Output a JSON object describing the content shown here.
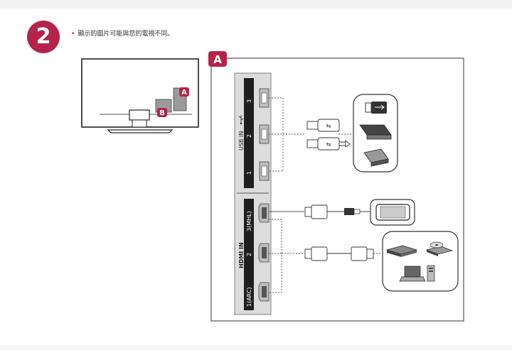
{
  "step": {
    "number": "2"
  },
  "note": {
    "bullet": "•",
    "text": "顯示的圖片可能與您的電視不同。"
  },
  "tv": {
    "callout_a": "A",
    "callout_b": "B"
  },
  "panel": {
    "label": "A",
    "usb_group": "USB IN",
    "usb_ports": [
      "3",
      "2",
      "1"
    ],
    "hdmi_group": "HDMI IN",
    "hdmi_ports": [
      "3(MHL)",
      "2",
      "1(ARC)"
    ]
  },
  "colors": {
    "accent": "#b5234a",
    "panel_dark": "#1f1f1f",
    "panel_light": "#d9d9d9"
  },
  "icons": [
    "usb-symbol-icon",
    "usb-flash-drive-icon",
    "usb-hub-icon",
    "external-hdd-icon",
    "smartphone-icon",
    "blu-ray-player-icon",
    "dvd-disc-icon",
    "laptop-icon",
    "pc-tower-icon",
    "hdmi-plug-icon",
    "mhl-cable-icon"
  ]
}
